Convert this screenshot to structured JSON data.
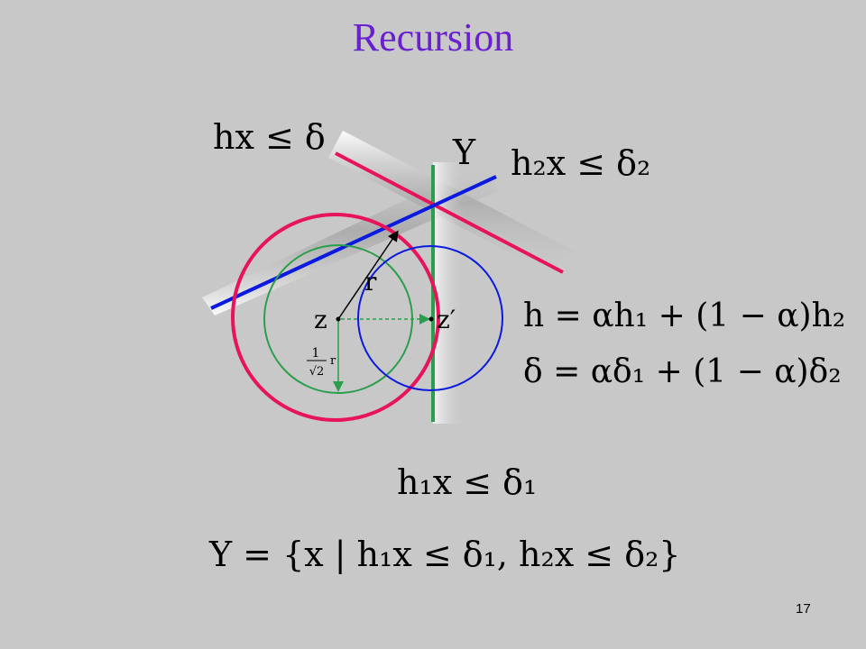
{
  "slide": {
    "title": "Recursion",
    "page_number": "17"
  },
  "diagram": {
    "labels": {
      "hx": "hx ≤ δ",
      "h2x": "h₂x ≤ δ₂",
      "Y": "Y",
      "r": "r",
      "z": "z",
      "zprime": "z′",
      "frac_num": "1",
      "frac_den": "√2",
      "frac_r": "r",
      "h1x": "h₁x ≤ δ₁"
    },
    "equations": {
      "h_combo": "h = αh₁ + (1 − α)h₂",
      "delta_combo": "δ = αδ₁ + (1 − α)δ₂",
      "Y_set": "Y = {x | h₁x ≤ δ₁, h₂x ≤ δ₂}"
    },
    "colors": {
      "title": "#6a1fd0",
      "red": "#e8145a",
      "blue": "#0b1adf",
      "green": "#2a9e4a",
      "background": "#c8c8c8"
    }
  }
}
